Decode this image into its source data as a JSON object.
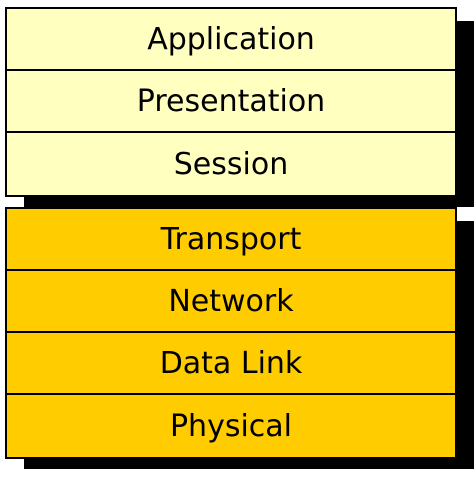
{
  "colors": {
    "upper_layers_fill": "#ffffc0",
    "lower_layers_fill": "#ffcc00",
    "border": "#000000",
    "shadow": "#000000"
  },
  "upper_stack": {
    "layers": [
      {
        "label": "Application"
      },
      {
        "label": "Presentation"
      },
      {
        "label": "Session"
      }
    ]
  },
  "lower_stack": {
    "layers": [
      {
        "label": "Transport"
      },
      {
        "label": "Network"
      },
      {
        "label": "Data Link"
      },
      {
        "label": "Physical"
      }
    ]
  }
}
